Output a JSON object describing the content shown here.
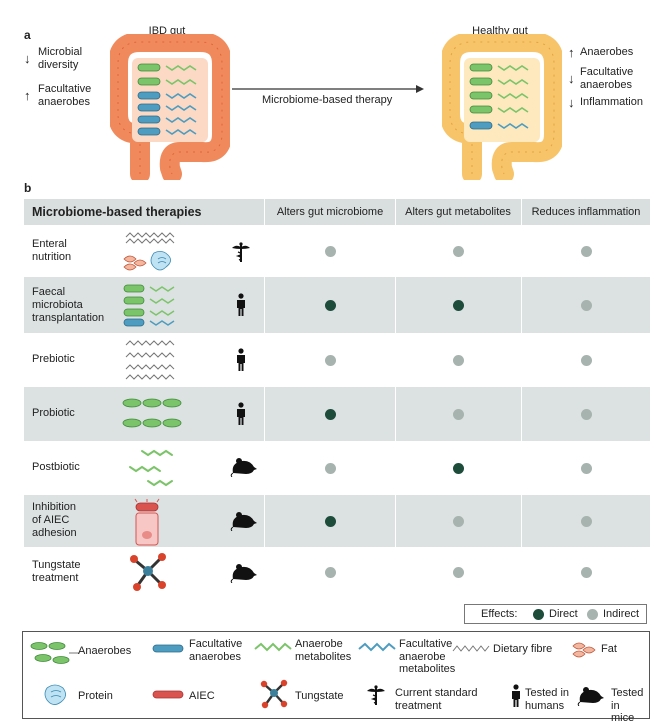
{
  "panel_a": {
    "letter": "a",
    "ibd_title": "IBD gut",
    "healthy_title": "Healthy gut",
    "left_labels": [
      {
        "arrow": "↓",
        "text_lines": [
          "Microbial",
          "diversity"
        ]
      },
      {
        "arrow": "↑",
        "text_lines": [
          "Facultative",
          "anaerobes"
        ]
      }
    ],
    "right_labels": [
      {
        "arrow": "↑",
        "text_lines": [
          "Anaerobes"
        ]
      },
      {
        "arrow": "↓",
        "text_lines": [
          "Facultative",
          "anaerobes"
        ]
      },
      {
        "arrow": "↓",
        "text_lines": [
          "Inflammation"
        ]
      }
    ],
    "arrow_label": "Microbiome-based therapy"
  },
  "panel_b": {
    "letter": "b",
    "header": {
      "title": "Microbiome-based therapies",
      "columns": [
        "Alters gut microbiome",
        "Alters gut metabolites",
        "Reduces inflammation"
      ]
    },
    "rows": [
      {
        "name_lines": [
          "Enteral",
          "nutrition"
        ],
        "tested": "current-standard-treatment-icon",
        "effects": [
          "indirect",
          "indirect",
          "indirect"
        ]
      },
      {
        "name_lines": [
          "Faecal",
          "microbiota",
          "transplantation"
        ],
        "tested": "tested-in-humans-icon",
        "effects": [
          "direct",
          "direct",
          "indirect"
        ]
      },
      {
        "name_lines": [
          "Prebiotic"
        ],
        "tested": "tested-in-humans-icon",
        "effects": [
          "indirect",
          "indirect",
          "indirect"
        ]
      },
      {
        "name_lines": [
          "Probiotic"
        ],
        "tested": "tested-in-humans-icon",
        "effects": [
          "direct",
          "indirect",
          "indirect"
        ]
      },
      {
        "name_lines": [
          "Postbiotic"
        ],
        "tested": "tested-in-mice-icon",
        "effects": [
          "indirect",
          "direct",
          "indirect"
        ]
      },
      {
        "name_lines": [
          "Inhibition",
          "of AIEC",
          "adhesion"
        ],
        "tested": "tested-in-mice-icon",
        "effects": [
          "direct",
          "indirect",
          "indirect"
        ]
      },
      {
        "name_lines": [
          "Tungstate",
          "treatment"
        ],
        "tested": "tested-in-mice-icon",
        "effects": [
          "indirect",
          "indirect",
          "indirect"
        ]
      }
    ],
    "effects_legend": {
      "label": "Effects:",
      "direct": "Direct",
      "indirect": "Indirect"
    }
  },
  "legend": {
    "anaerobes": "Anaerobes",
    "facultative_lines": [
      "Facultative",
      "anaerobes"
    ],
    "anaerobe_metab_lines": [
      "Anaerobe",
      "metabolites"
    ],
    "fac_metab_lines": [
      "Facultative",
      "anaerobe",
      "metabolites"
    ],
    "dietary_fibre": "Dietary fibre",
    "fat": "Fat",
    "protein": "Protein",
    "aiec": "AIEC",
    "tungstate": "Tungstate",
    "current_lines": [
      "Current standard",
      "treatment"
    ],
    "humans_lines": [
      "Tested in",
      "humans"
    ],
    "mice_lines": [
      "Tested in",
      "mice"
    ]
  },
  "colors": {
    "ibd_colon": "#f08a5d",
    "healthy_colon": "#f7c46a",
    "anaerobe_green": "#7cc46a",
    "facultative_blue": "#4e9cc0",
    "row_shade": "#dce2e2",
    "direct": "#1d4c3b",
    "indirect": "#a7b3ae"
  }
}
